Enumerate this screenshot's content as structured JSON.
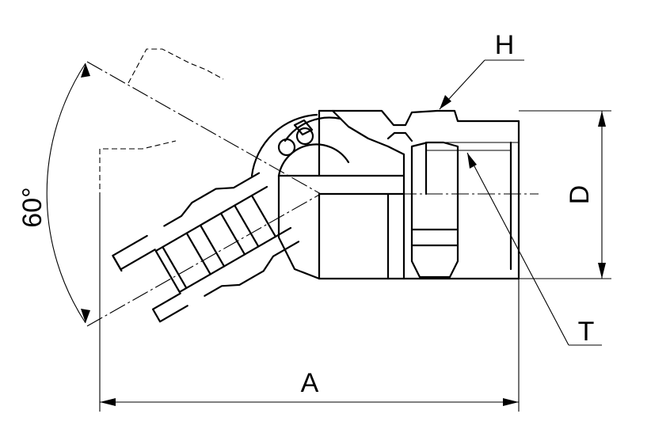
{
  "labels": {
    "angle": "60°",
    "H": "H",
    "D": "D",
    "T": "T",
    "A": "A"
  }
}
